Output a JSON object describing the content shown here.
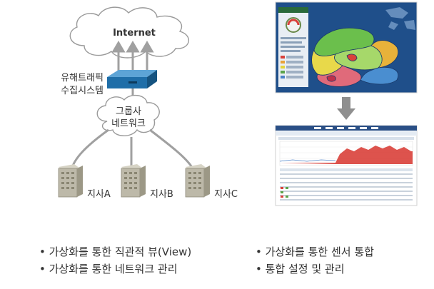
{
  "diagram": {
    "internet_label": "Internet",
    "device_label_line1": "유해트래픽",
    "device_label_line2": "수집시스템",
    "group_network_line1": "그룹사",
    "group_network_line2": "네트워크",
    "branches": [
      "지사A",
      "지사B",
      "지사C"
    ]
  },
  "bullets": {
    "left": [
      "• 가상화를 통한 직관적 뷰(View)",
      "• 가상화를 통한 네트워크 관리"
    ],
    "right": [
      "• 가상화를 통한 센서 통합",
      "• 통합 설정 및 관리"
    ]
  },
  "colors": {
    "cloud_stroke": "#9a9a9a",
    "arrow": "#a0a0a0",
    "device": "#1f6ea8",
    "building": "#b9b6a6",
    "map_bg": "#1f4f8a",
    "chart_red": "#d9403a"
  }
}
